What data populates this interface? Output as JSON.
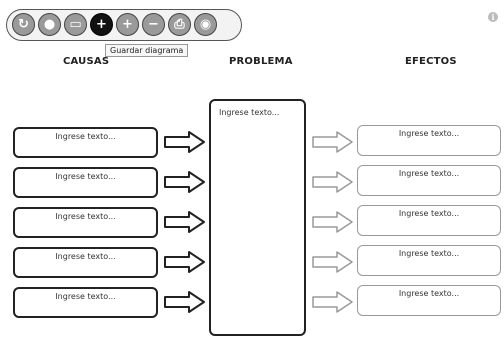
{
  "toolbar": {
    "buttons": [
      {
        "name": "tool-button-1",
        "icon": "save-icon",
        "glyph": "↻"
      },
      {
        "name": "tool-button-2",
        "icon": "lock-icon",
        "glyph": "●"
      },
      {
        "name": "tool-button-3",
        "icon": "document-icon",
        "glyph": "▭"
      },
      {
        "name": "tool-button-4",
        "icon": "plus-icon",
        "glyph": "+"
      },
      {
        "name": "tool-button-5",
        "icon": "add-icon",
        "glyph": "+"
      },
      {
        "name": "tool-button-6",
        "icon": "minus-icon",
        "glyph": "−"
      },
      {
        "name": "tool-button-7",
        "icon": "print-icon",
        "glyph": "⎙"
      },
      {
        "name": "tool-button-8",
        "icon": "eye-icon",
        "glyph": "◉"
      }
    ],
    "tooltip": "Guardar diagrama"
  },
  "headings": {
    "causes": "CAUSAS",
    "problem": "PROBLEMA",
    "effects": "EFECTOS"
  },
  "causes": [
    {
      "placeholder": "Ingrese texto..."
    },
    {
      "placeholder": "Ingrese texto..."
    },
    {
      "placeholder": "Ingrese texto..."
    },
    {
      "placeholder": "Ingrese texto..."
    },
    {
      "placeholder": "Ingrese texto..."
    }
  ],
  "problem": {
    "placeholder": "Ingrese texto..."
  },
  "effects": [
    {
      "placeholder": "Ingrese texto..."
    },
    {
      "placeholder": "Ingrese texto..."
    },
    {
      "placeholder": "Ingrese texto..."
    },
    {
      "placeholder": "Ingrese texto..."
    },
    {
      "placeholder": "Ingrese texto..."
    }
  ],
  "colors": {
    "toolbar_button": "#9a9a9a",
    "active_button": "#111111",
    "cause_border": "#222222",
    "effect_border": "#999999"
  }
}
